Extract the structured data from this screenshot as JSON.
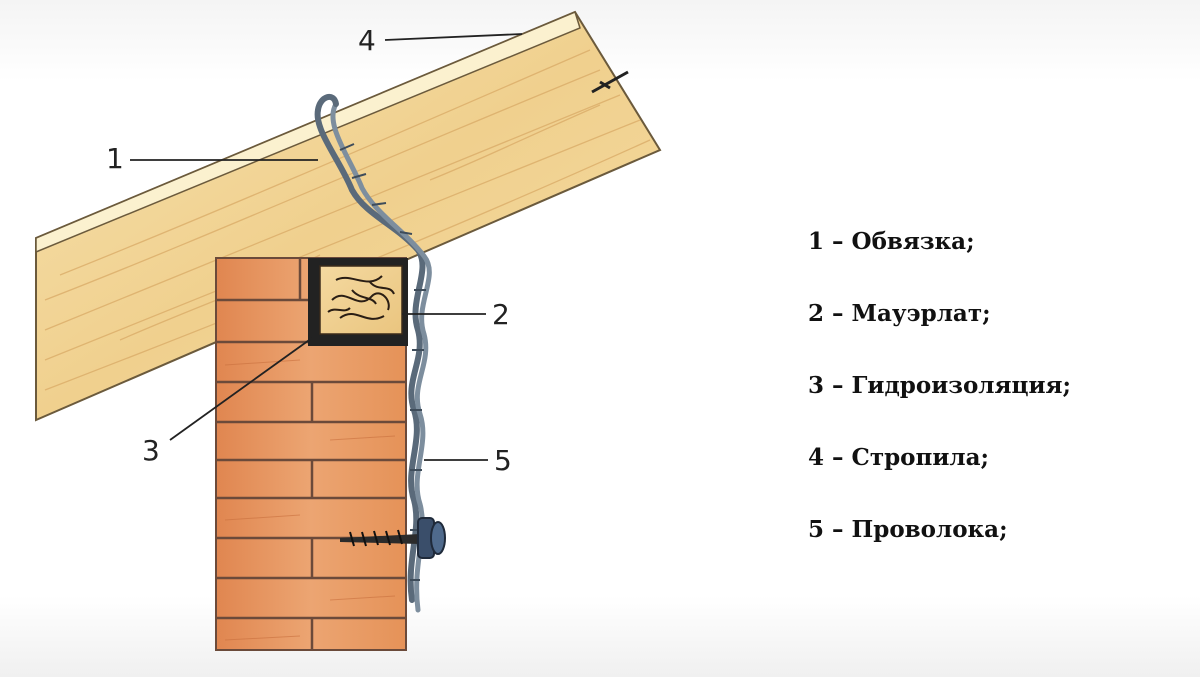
{
  "callouts": [
    {
      "number": "1",
      "label": "Обвязка;"
    },
    {
      "number": "2",
      "label": "Мауэрлат;"
    },
    {
      "number": "3",
      "label": "Гидроизоляция;"
    },
    {
      "number": "4",
      "label": "Стропила;"
    },
    {
      "number": "5",
      "label": "Проволока;"
    }
  ],
  "legend_separator": " – ",
  "colors": {
    "wood": "#f2d79a",
    "brick": "#e49a5f",
    "mortar": "#6b4a3a",
    "wire": "#5a6a7a",
    "waterproofing": "#222222",
    "bracket": "#3a4e6a"
  }
}
